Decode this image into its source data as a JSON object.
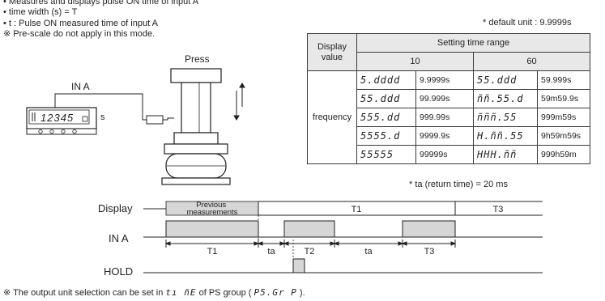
{
  "notes": [
    "• Measures and displays pulse ON time of input A",
    "• time width (s) = T",
    "• t : Pulse ON measured time of input A",
    "※ Pre-scale do not apply in this mode."
  ],
  "diagram": {
    "press_label": "Press",
    "input_label": "IN A",
    "counter_display": "12345",
    "counter_unit": "s"
  },
  "default_unit": "* default unit : 9.9999s",
  "table": {
    "display_value_header": "Display\nvalue",
    "setting_range_header": "Setting time range",
    "col_10": "10",
    "col_60": "60",
    "row_label": "frequency",
    "rows": [
      {
        "lcd10": "5.dddd",
        "val10": "9.9999s",
        "lcd60": "55.ddd",
        "val60": "59.999s"
      },
      {
        "lcd10": "55.ddd",
        "val10": "99.999s",
        "lcd60": "ññ.55.d",
        "val60": "59m59.9s"
      },
      {
        "lcd10": "555.dd",
        "val10": "999.99s",
        "lcd60": "ñññ.55",
        "val60": "999m59s"
      },
      {
        "lcd10": "5555.d",
        "val10": "9999.9s",
        "lcd60": "H.ññ.55",
        "val60": "9h59m59s"
      },
      {
        "lcd10": "55555",
        "val10": "99999s",
        "lcd60": "HHH.ññ",
        "val60": "999h59m"
      }
    ]
  },
  "ta_note": "* ta (return time) = 20 ms",
  "timing": {
    "display_label": "Display",
    "ina_label": "IN A",
    "hold_label": "HOLD",
    "prev_line1": "Previous",
    "prev_line2": "measurements",
    "seg_t1": "T1",
    "seg_t3": "T3",
    "dim_t1": "T1",
    "dim_ta1": "ta",
    "dim_t2": "T2",
    "dim_ta2": "ta",
    "dim_t3": "T3"
  },
  "footer": {
    "before": "※ The output unit selection can be set in ",
    "code1": "tı ñE",
    "middle": " of PS group ( ",
    "code2": "P5.Gr P",
    "after": " )."
  }
}
